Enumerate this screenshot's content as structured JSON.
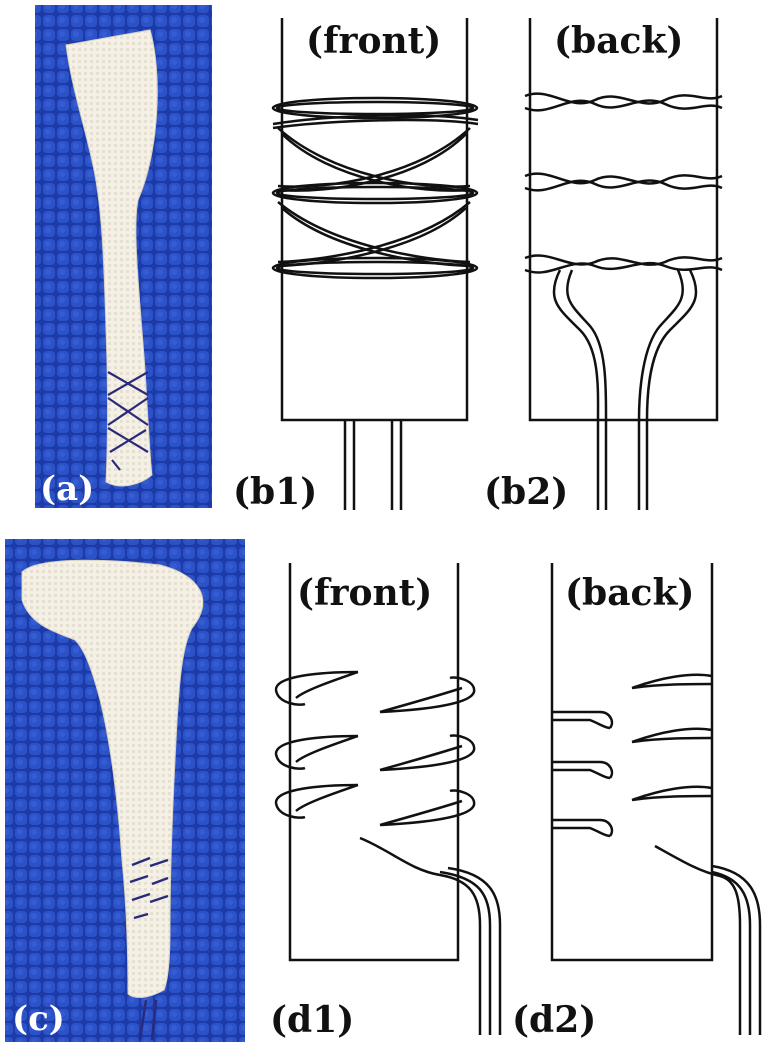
{
  "panels": {
    "a": {
      "label": "(a)"
    },
    "b1": {
      "label": "(b1)",
      "view": "(front)"
    },
    "b2": {
      "label": "(b2)",
      "view": "(back)"
    },
    "c": {
      "label": "(c)"
    },
    "d1": {
      "label": "(d1)",
      "view": "(front)"
    },
    "d2": {
      "label": "(d2)",
      "view": "(back)"
    }
  },
  "colors": {
    "mat_blue": "#1f3fae",
    "mat_dark": "#102a82",
    "tendon": "#f3efe4",
    "suture": "#2a2a6a",
    "line": "#111111",
    "photo_label": "#ffffff"
  }
}
